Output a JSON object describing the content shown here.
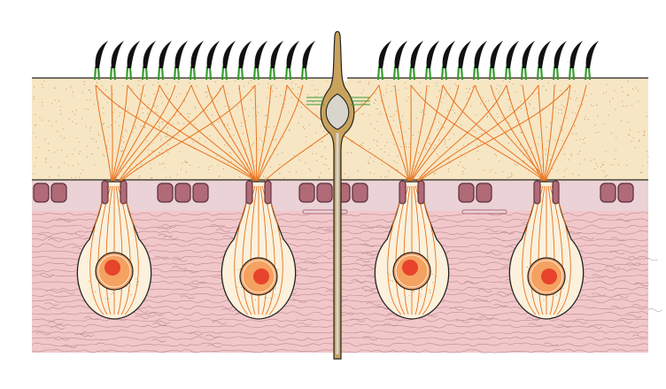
{
  "figure": {
    "labels": [],
    "colors": {
      "background": "#ffffff",
      "surface_layer": "#f7e6c4",
      "surface_speckle": "#c8a26a",
      "tissue": "#f2c7c9",
      "tissue_fibers": "#8b5a66",
      "cell_row": "#b06a78",
      "cell_row_edge": "#5a2d38",
      "cell_row_band": "#ead2d6",
      "cup_fill": "#fbf1dc",
      "nerve_fibers": "#e8731d",
      "cilia_base": "#3a9a2f",
      "hairs": "#111111",
      "nucleus": "#f4a261",
      "nucleolus": "#e8432b",
      "center_cell_fill": "#d8d5cc",
      "center_cell_stalk": "#c9a25c",
      "outline": "#222222"
    },
    "structures": [
      {
        "name": "sensory-cup",
        "count": 4
      },
      {
        "name": "hair-cluster",
        "count": 2
      },
      {
        "name": "center-neuron",
        "count": 1
      }
    ]
  }
}
